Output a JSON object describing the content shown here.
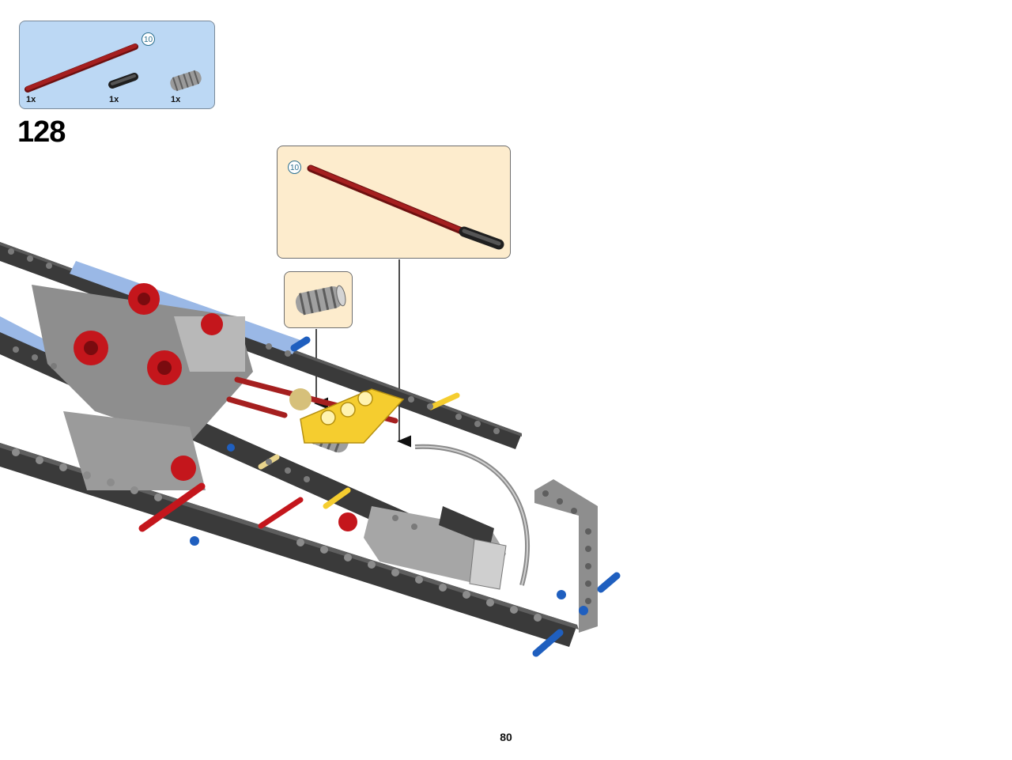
{
  "parts_list": {
    "items": [
      {
        "part": "axle-10",
        "quantity": "1x",
        "length_badge": "10",
        "color": "#8b1a1a"
      },
      {
        "part": "axle-connector",
        "quantity": "1x",
        "color": "#2e2e2e"
      },
      {
        "part": "worm-gear",
        "quantity": "1x",
        "color": "#a8a8a8"
      }
    ]
  },
  "step": {
    "number": "128"
  },
  "callouts": {
    "axle": {
      "length_badge": "10",
      "color": "#8b1a1a"
    },
    "worm_gear": {
      "color": "#a8a8a8"
    }
  },
  "colors": {
    "parts_box_bg": "#bcd8f4",
    "callout_bg": "#fdeccd",
    "beam_dark": "#3a3a3a",
    "beam_gray": "#8e8e8e",
    "accent_red": "#c4161c",
    "accent_yellow": "#f5cd2f",
    "accent_blue": "#1f5fbf",
    "light_blue": "#9ab8e6"
  },
  "page": {
    "number": "80"
  }
}
